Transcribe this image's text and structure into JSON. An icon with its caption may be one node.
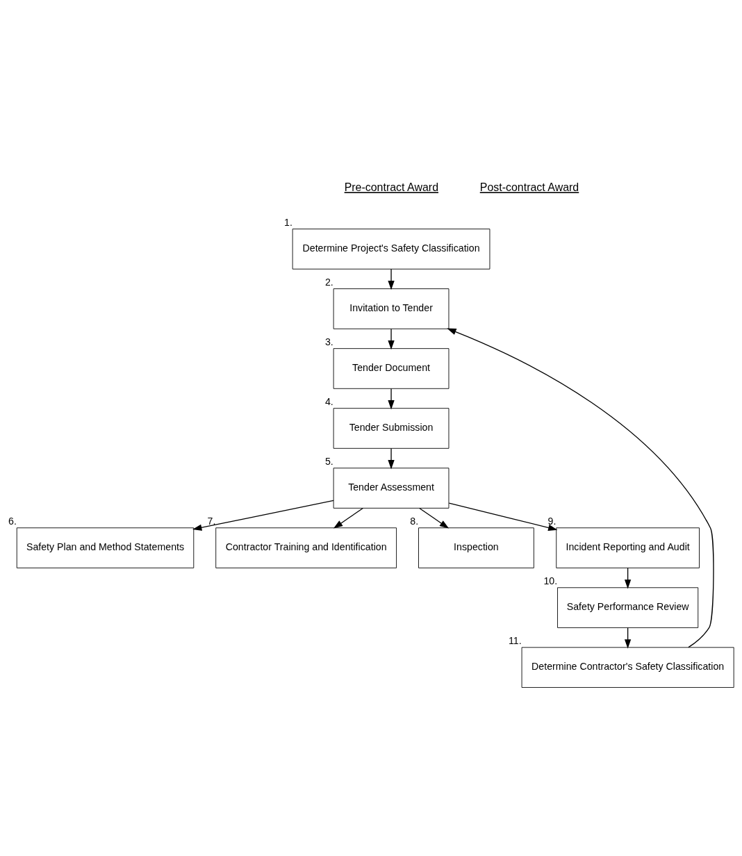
{
  "diagram": {
    "nodes": [
      {
        "text": [
          "Determine Project's Safety Classification"
        ],
        "beside": [
          "1."
        ]
      },
      {
        "text": [
          "Invitation to Tender"
        ],
        "beside": [
          "2."
        ]
      },
      {
        "text": [
          "Tender Document"
        ],
        "beside": [
          "3."
        ]
      },
      {
        "text": [
          "Tender Submission"
        ],
        "beside": [
          "4."
        ]
      },
      {
        "text": [
          "Tender Assessment"
        ],
        "beside": [
          "5."
        ]
      },
      {
        "text": [
          "Safety Plan and Method Statements"
        ],
        "beside": [
          "6."
        ]
      },
      {
        "text": [
          "Contractor Training and Identification"
        ],
        "beside": [
          "7."
        ]
      },
      {
        "text": [
          "Inspection"
        ],
        "beside": [
          "8."
        ]
      },
      {
        "text": [
          "Incident Reporting and Audit"
        ],
        "beside": [
          "9."
        ]
      },
      {
        "text": [
          "Safety Performance Review"
        ],
        "beside": [
          "10."
        ]
      },
      {
        "text": [
          "Determine Contractor's Safety Classification"
        ],
        "beside": [
          "11."
        ]
      }
    ],
    "edges": [
      {
        "from": 0,
        "to": 1,
        "arrow": "to"
      },
      {
        "from": 1,
        "to": 2,
        "arrow": "to"
      },
      {
        "from": 2,
        "to": 3,
        "arrow": "to"
      },
      {
        "from": 3,
        "to": 4,
        "arrow": "to"
      },
      {
        "from": 4,
        "to": 5,
        "arrow": "to"
      },
      {
        "from": 4,
        "to": 6,
        "arrow": "to"
      },
      {
        "from": 4,
        "to": 7,
        "arrow": "to"
      },
      {
        "from": 4,
        "to": 8,
        "arrow": "to"
      },
      {
        "from": 8,
        "to": 9,
        "arrow": "to"
      },
      {
        "from": 9,
        "to": 10,
        "arrow": "to"
      },
      {
        "from": 10,
        "to": 1,
        "arrow": "to"
      }
    ],
    "labels": [
      "Pre-contract Award",
      "Post-contract Award"
    ]
  }
}
